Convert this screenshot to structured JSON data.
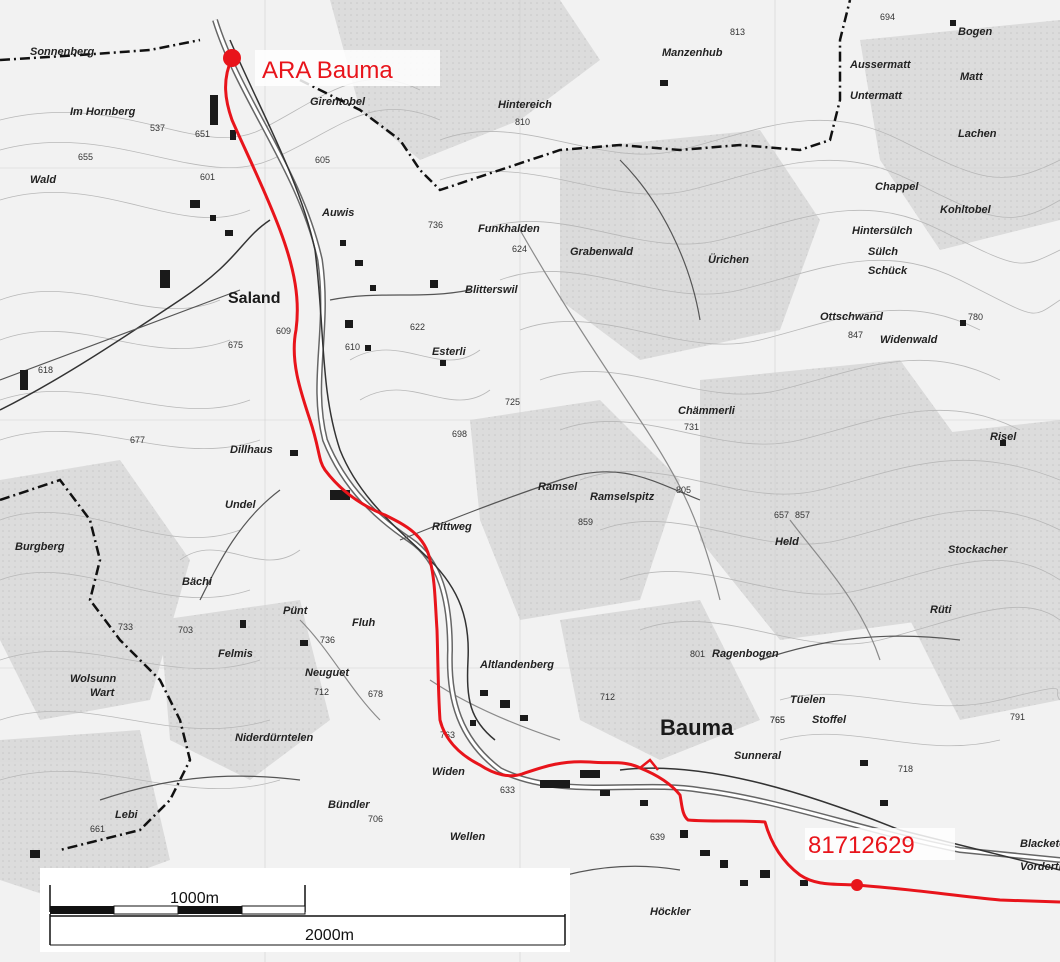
{
  "map": {
    "route_labels": {
      "start": "ARA Bauma",
      "end": "81712629"
    },
    "towns": [
      {
        "name": "Bauma",
        "cls": "place-town"
      },
      {
        "name": "Saland",
        "cls": "place-big"
      }
    ],
    "places": [
      "Sonnenberg",
      "Girentobel",
      "Hintereich",
      "Manzenhub",
      "Aussermatt",
      "Untermatt",
      "Bogen",
      "Matt",
      "Lachen",
      "Im Hornberg",
      "Wald",
      "Auwis",
      "Funkhalden",
      "Grabenwald",
      "Blitterswil",
      "Ürichen",
      "Hintersülch",
      "Sülch",
      "Schück",
      "Ottschwand",
      "Widenwald",
      "Esterli",
      "Chämmerli",
      "Kohltobel",
      "Rüti",
      "Risel",
      "Dillhaus",
      "Undel",
      "Ramsel",
      "Ramselspitz",
      "Rittweg",
      "Held",
      "Stockacher",
      "Burgberg",
      "Bächi",
      "Pünt",
      "Fluh",
      "Felmis",
      "Neuguet",
      "Wart",
      "Altlandenberg",
      "Ragenbogen",
      "Stoffel",
      "Sunneral",
      "Niderdürntelen",
      "Widen",
      "Bündler",
      "Höckler",
      "Vordertüfen",
      "Blacketen",
      "Tüelen",
      "Chappel",
      "Wolsunn",
      "Wellen",
      "Lebi"
    ],
    "elevations": [
      "810",
      "605",
      "601",
      "651",
      "537",
      "655",
      "736",
      "624",
      "610",
      "622",
      "609",
      "675",
      "618",
      "677",
      "725",
      "731",
      "698",
      "657",
      "805",
      "859",
      "733",
      "703",
      "736",
      "712",
      "678",
      "763",
      "801",
      "765",
      "791",
      "712",
      "718",
      "706",
      "661",
      "639",
      "633",
      "813",
      "857",
      "780",
      "847",
      "694",
      "765"
    ],
    "colors": {
      "route": "#e8141b",
      "border": "#111111",
      "background": "#f2f2f2"
    },
    "scale_bar": {
      "upper_label": "1000m",
      "lower_label": "2000m"
    }
  }
}
